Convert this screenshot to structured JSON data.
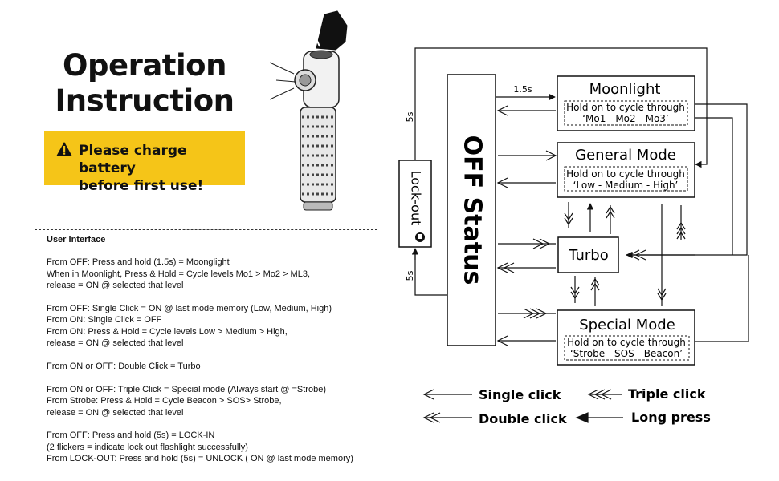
{
  "title": {
    "line1": "Operation",
    "line2": "Instruction"
  },
  "warning": {
    "icon": "warning-triangle-icon",
    "line1": "Please charge battery",
    "line2": "before first use!",
    "color": "#f5c518"
  },
  "user_interface": {
    "heading": "User Interface",
    "lines": [
      "From OFF: Press and hold (1.5s) = Moonglight",
      "When in Moonlight, Press & Hold = Cycle levels Mo1 > Mo2 > ML3,",
      "release = ON @ selected that level",
      "",
      "From OFF: Single Click = ON @ last mode memory (Low, Medium, High)",
      "From ON: Single  Click = OFF",
      "From ON: Press & Hold = Cycle levels Low > Medium > High,",
      "release = ON @ selected that level",
      "",
      "From ON or OFF: Double Click = Turbo",
      "",
      "From ON or OFF: Triple Click = Special mode (Always start @ =Strobe)",
      "From Strobe: Press & Hold = Cycle Beacon > SOS> Strobe,",
      "release = ON @ selected that level",
      "",
      "From OFF: Press and hold (5s) = LOCK-IN",
      "(2 flickers = indicate lock out flashlight successfully)",
      "From LOCK-OUT: Press and hold (5s) = UNLOCK ( ON @ last mode memory)"
    ]
  },
  "diagram": {
    "off_status": "OFF Status",
    "lockout": "Lock-out",
    "lockout_time_up": "5s",
    "lockout_time_down": "5s",
    "moonlight_time": "1.5s",
    "modes": {
      "moonlight": {
        "title": "Moonlight",
        "hint1": "Hold on to cycle through",
        "hint2": "‘Mo1 - Mo2 - Mo3’"
      },
      "general": {
        "title": "General Mode",
        "hint1": "Hold on to cycle through",
        "hint2": "‘Low - Medium - High’"
      },
      "turbo": {
        "title": "Turbo"
      },
      "special": {
        "title": "Special Mode",
        "hint1": "Hold on to  cycle through",
        "hint2": "‘Strobe - SOS - Beacon’"
      }
    }
  },
  "legend": {
    "single": "Single click",
    "triple": "Triple click",
    "double": "Double click",
    "long": "Long press"
  }
}
